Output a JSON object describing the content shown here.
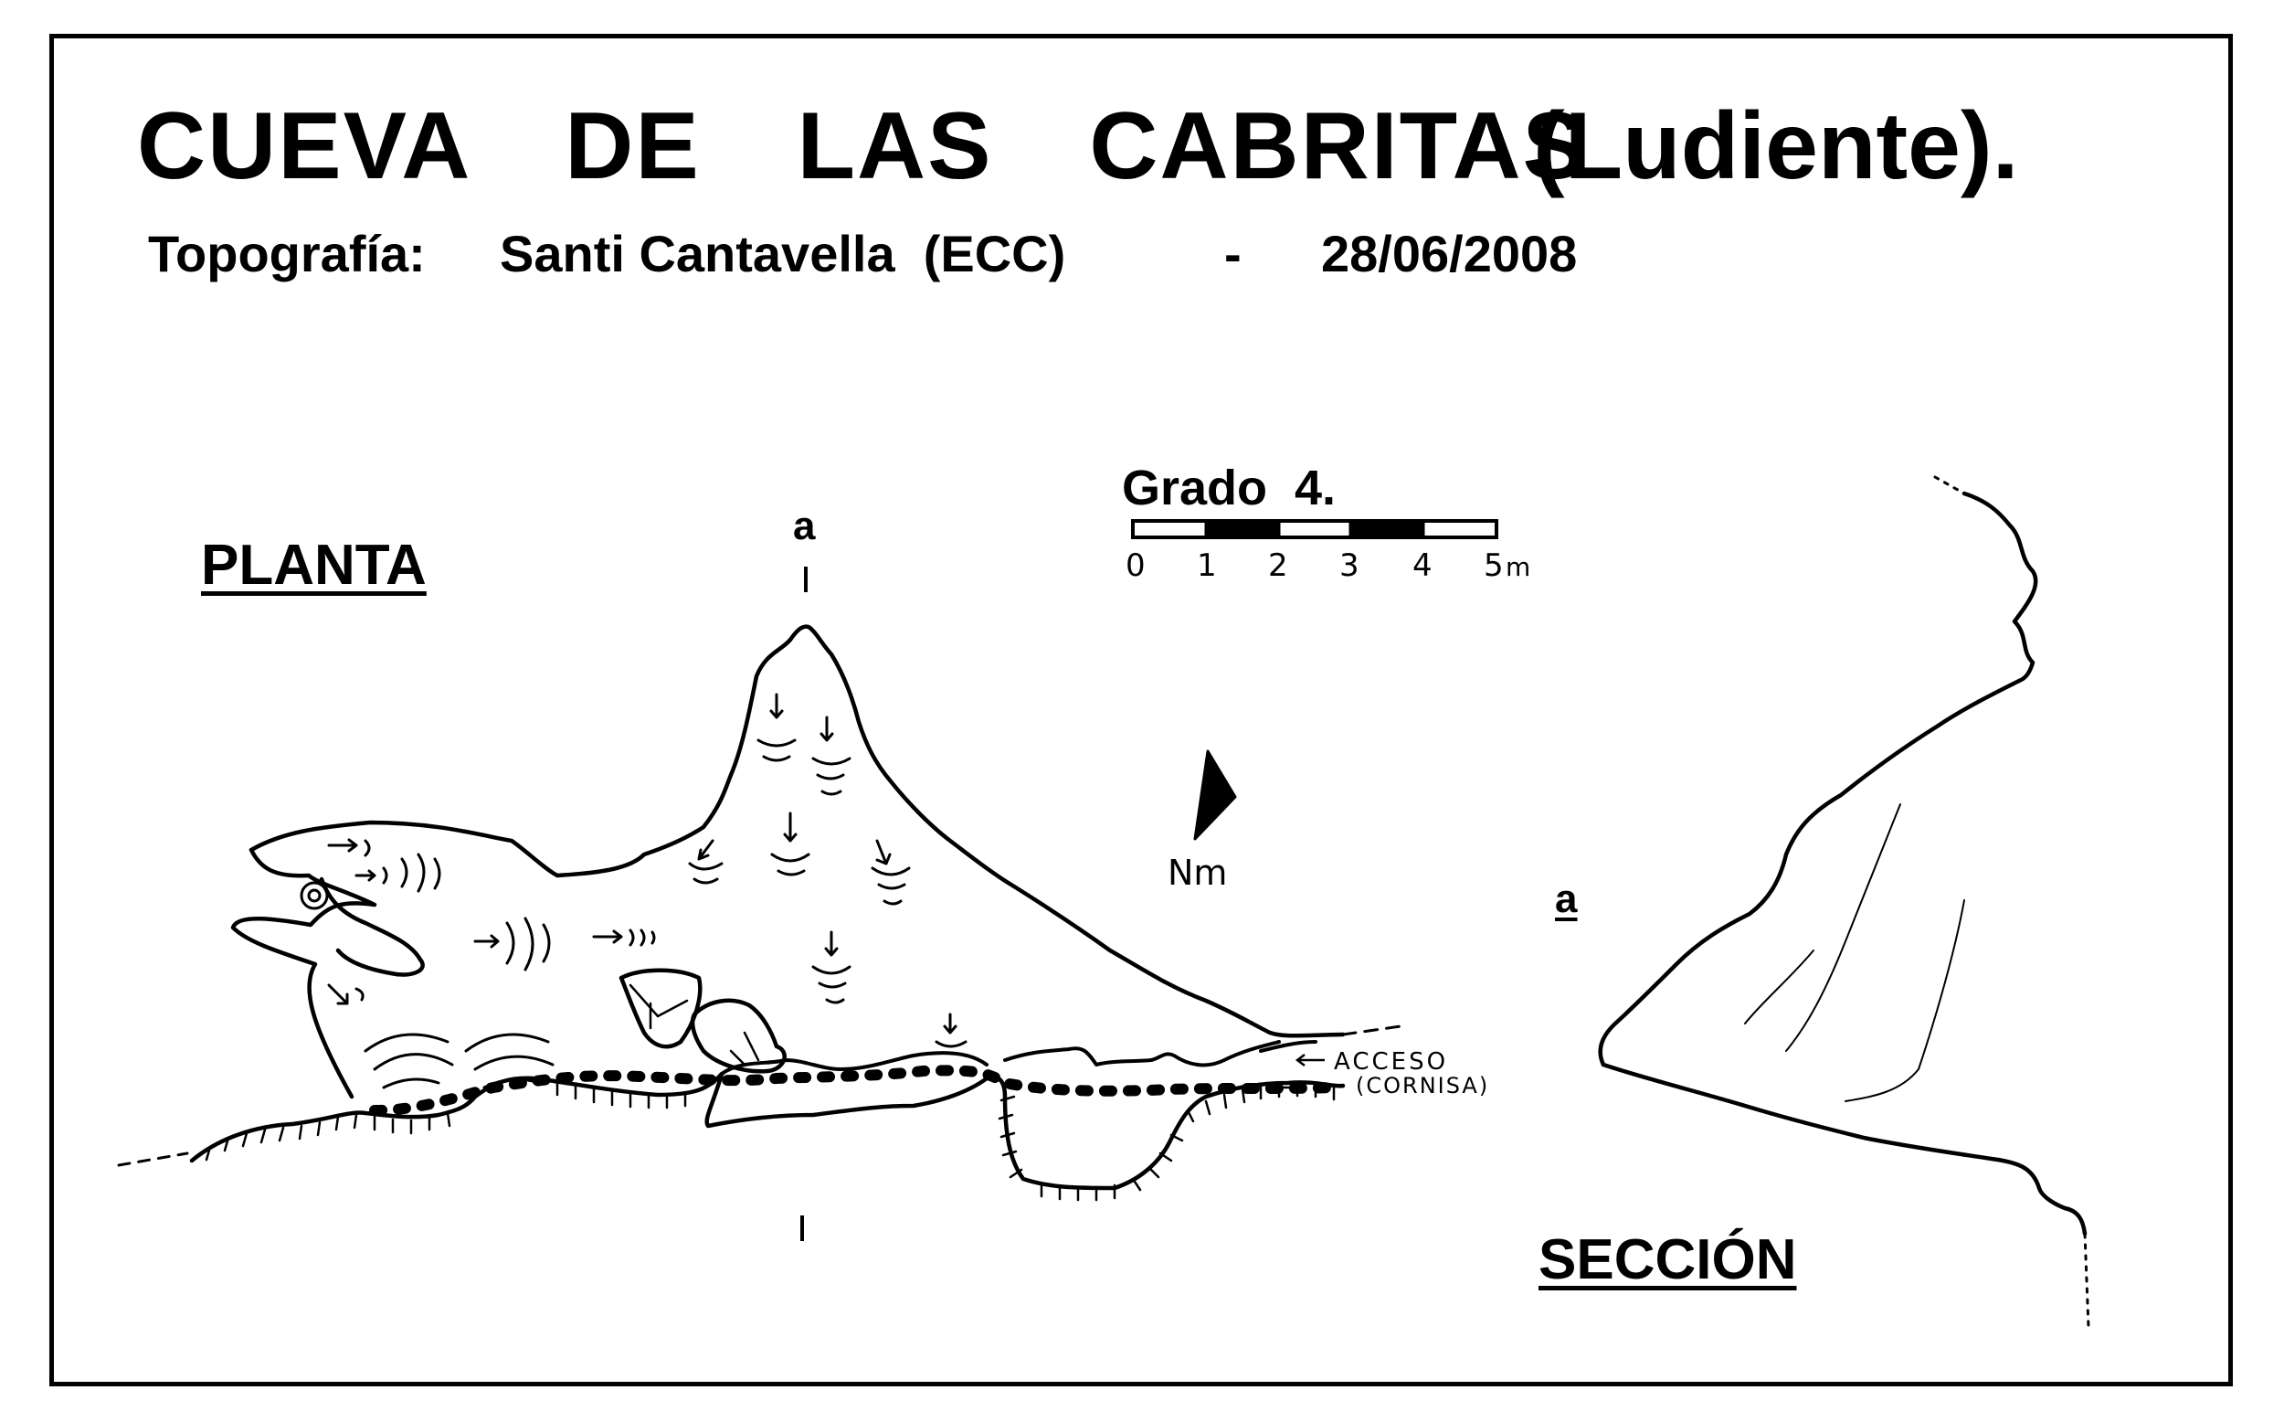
{
  "title": "CUEVA  DE  LAS  CABRITAS",
  "subtitle": "(Ludiente).",
  "credit": {
    "label": "Topografía:",
    "author": "Santi Cantavella  (ECC)",
    "dash": "-",
    "date": "28/06/2008"
  },
  "grade": "Grado  4.",
  "scale": {
    "ticks": [
      "0",
      "1",
      "2",
      "3",
      "4",
      "5"
    ],
    "unit": "m"
  },
  "views": {
    "plan": "PLANTA",
    "section": "SECCIÓN"
  },
  "section_marker": "a",
  "north": "Nm",
  "access": {
    "label": "Acceso",
    "note": "(CORNISA)"
  }
}
